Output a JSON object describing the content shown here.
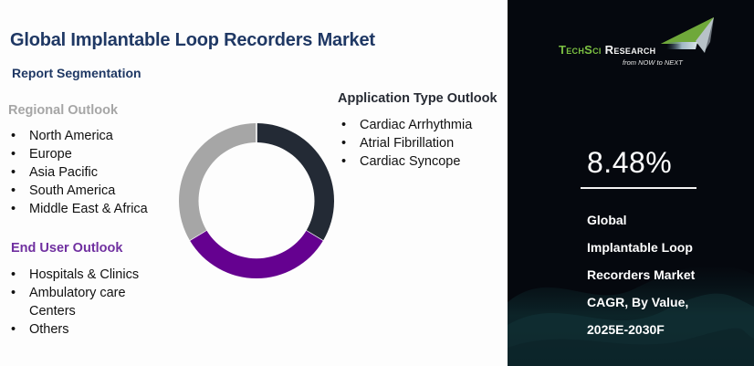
{
  "header": {
    "title": "Global Implantable Loop Recorders Market",
    "subtitle": "Report Segmentation"
  },
  "segments": {
    "regional": {
      "heading": "Regional Outlook",
      "color": "#a6a6a6",
      "items": [
        "North America",
        "Europe",
        "Asia Pacific",
        "South America",
        "Middle East & Africa"
      ]
    },
    "end_user": {
      "heading": "End User Outlook",
      "color": "#7030a0",
      "items": [
        "Hospitals & Clinics",
        "Ambulatory care Centers",
        "Others"
      ]
    },
    "application_type": {
      "heading": "Application Type Outlook",
      "color": "#262a33",
      "items": [
        "Cardiac Arrhythmia",
        "Atrial Fibrillation",
        "Cardiac Syncope"
      ]
    }
  },
  "donut": {
    "segments": [
      {
        "name": "Application Type Outlook",
        "color": "#232a35",
        "share": 0.3333
      },
      {
        "name": "End User Outlook",
        "color": "#650190",
        "share": 0.3333
      },
      {
        "name": "Regional Outlook",
        "color": "#a6a6a6",
        "share": 0.3333
      }
    ]
  },
  "logo": {
    "brand_part1": "TechSci",
    "brand_part2": "Research",
    "tagline": "from NOW to NEXT"
  },
  "stat": {
    "cagr_value": "8.48%",
    "label_lines": [
      "Global",
      "Implantable Loop",
      "Recorders Market",
      "CAGR, By Value,",
      "2025E-2030F"
    ]
  }
}
